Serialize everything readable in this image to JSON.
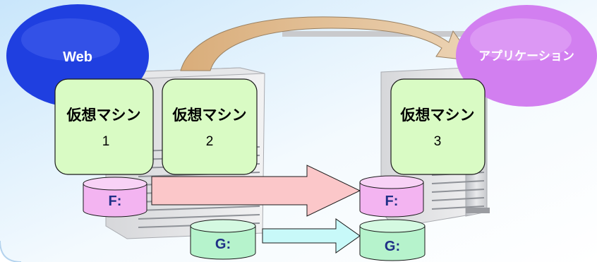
{
  "labels": {
    "web": "Web",
    "application": "アプリケーション"
  },
  "vms": [
    {
      "name": "仮想マシン",
      "number": "1"
    },
    {
      "name": "仮想マシン",
      "number": "2"
    },
    {
      "name": "仮想マシン",
      "number": "3"
    }
  ],
  "drives": {
    "f_source": "F:",
    "f_target": "F:",
    "g_source": "G:",
    "g_target": "G:"
  },
  "colors": {
    "web_ellipse": "#1f3fe0",
    "app_ellipse": "#d27ff0",
    "vm_box": "#d9fbc4",
    "drive_f": "#f3b4f1",
    "drive_g": "#b6f3cc",
    "arrow_f": "#fbc7c9",
    "arrow_g": "#c8f9f9",
    "migration_arrow": "#dfb98e"
  },
  "icons": {
    "server_left": "rack-server-icon",
    "server_right": "rack-server-icon"
  }
}
